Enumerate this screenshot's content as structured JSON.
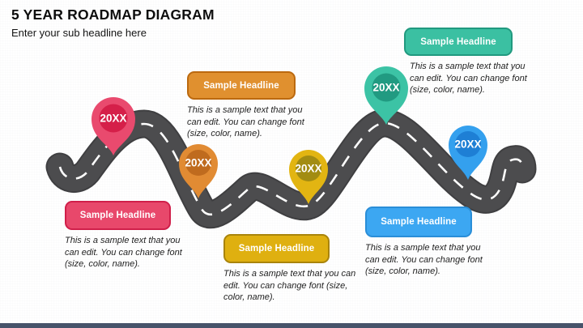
{
  "slide": {
    "title": "5 YEAR ROADMAP DIAGRAM",
    "subtitle": "Enter your sub headline here"
  },
  "colors": {
    "background": "#ffffff",
    "road": "#4c4c4e",
    "road_edge": "#3f3f41",
    "road_dash": "#ffffff",
    "footer_bar": "#47536a",
    "title_text": "#0d0d0d",
    "subtitle_text": "#141414",
    "body_text": "#1f1f1f"
  },
  "milestones": [
    {
      "year": "20XX",
      "headline": "Sample Headline",
      "body": "This is a sample text that you can edit. You can change font (size, color, name).",
      "pin_outer": "#e94a6e",
      "pin_inner": "#d51f49",
      "box_fill": "#e8486b",
      "box_border": "#d01f4a"
    },
    {
      "year": "20XX",
      "headline": "Sample Headline",
      "body": "This is a sample text that you can edit. You can change font (size, color, name).",
      "pin_outer": "#e18b33",
      "pin_inner": "#bf6b1e",
      "box_fill": "#e0902f",
      "box_border": "#bb690f"
    },
    {
      "year": "20XX",
      "headline": "Sample Headline",
      "body": "This is a sample text that you can edit. You can change font (size, color, name).",
      "pin_outer": "#e2b512",
      "pin_inner": "#a28c12",
      "box_fill": "#dfb010",
      "box_border": "#a9840b"
    },
    {
      "year": "20XX",
      "headline": "Sample Headline",
      "body": "This is a sample text that you can edit. You can change font (size, color, name).",
      "pin_outer": "#3cc3a5",
      "pin_inner": "#219a81",
      "box_fill": "#3bc0a2",
      "box_border": "#21997f"
    },
    {
      "year": "20XX",
      "headline": "Sample Headline",
      "body": "This is a sample text that you can edit. You can change font (size, color, name).",
      "pin_outer": "#34a0ee",
      "pin_inner": "#1e7fd5",
      "box_fill": "#3ca7f2",
      "box_border": "#2a8ed8"
    }
  ]
}
